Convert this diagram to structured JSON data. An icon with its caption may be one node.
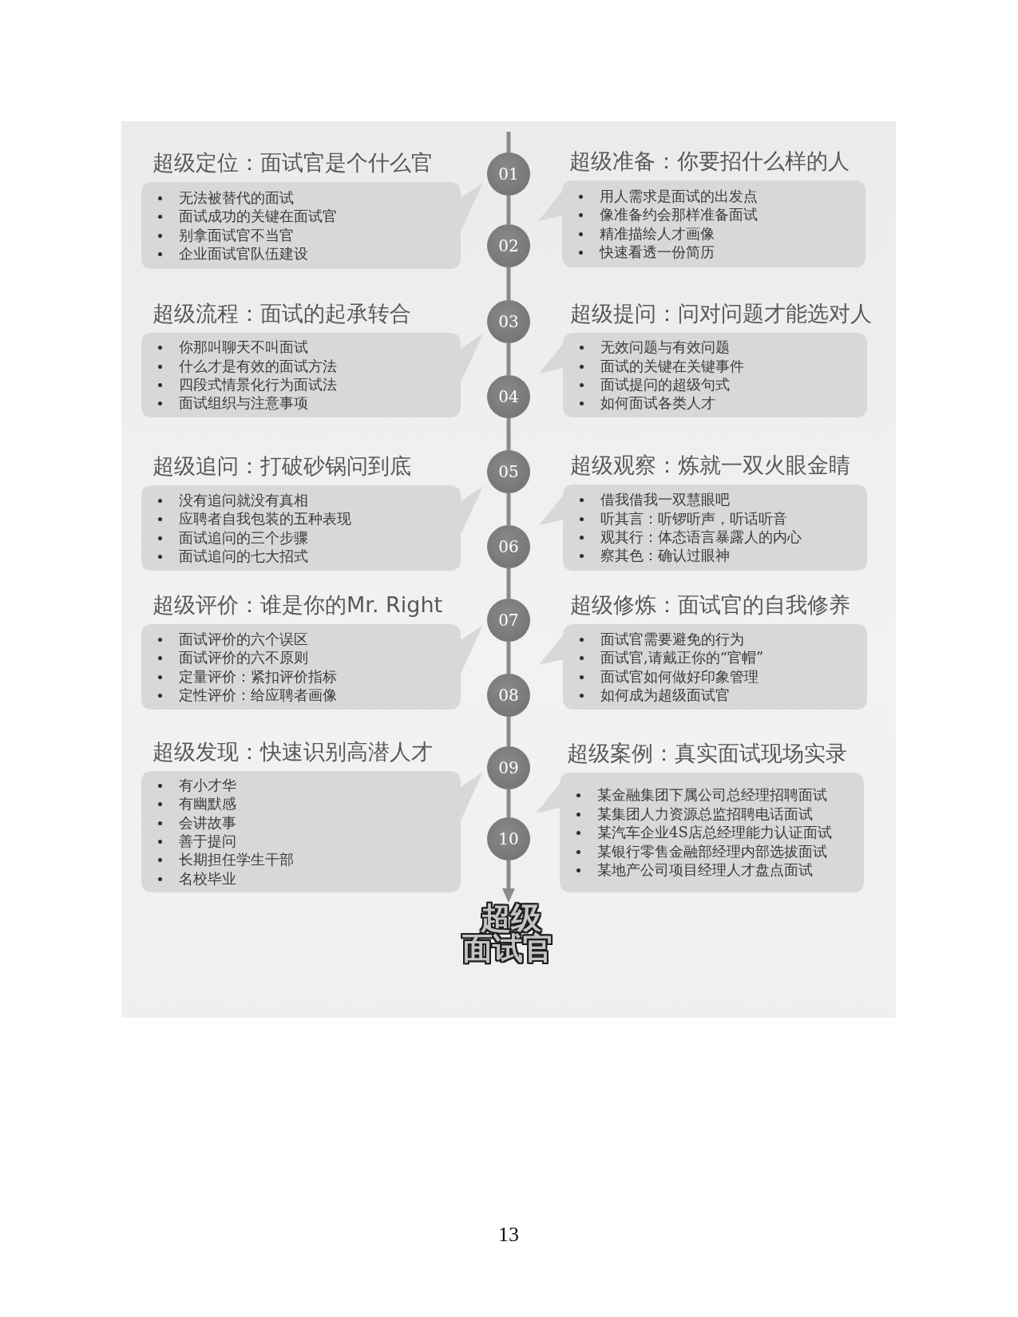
{
  "diagram": {
    "nodes": [
      {
        "text": [
          "超级定位：面试官是个什么官",
          "无法被替代的面试",
          "面试成功的关键在面试官",
          "别拿面试官不当官",
          "企业面试官队伍建设"
        ]
      },
      {
        "text": [
          "01"
        ]
      },
      {
        "text": [
          "超级准备：你要招什么样的人",
          "用人需求是面试的出发点",
          "像准备约会那样准备面试",
          "精准描绘人才画像",
          "快速看透一份简历"
        ]
      },
      {
        "text": [
          "02"
        ]
      },
      {
        "text": [
          "超级流程：面试的起承转合",
          "你那叫聊天不叫面试",
          "什么才是有效的面试方法",
          "四段式情景化行为面试法",
          "面试组织与注意事项"
        ]
      },
      {
        "text": [
          "03"
        ]
      },
      {
        "text": [
          "超级提问：问对问题才能选对人",
          "无效问题与有效问题",
          "面试的关键在关键事件",
          "面试提问的超级句式",
          "如何面试各类人才"
        ]
      },
      {
        "text": [
          "04"
        ]
      },
      {
        "text": [
          "超级追问：打破砂锅问到底",
          "没有追问就没有真相",
          "应聘者自我包装的五种表现",
          "面试追问的三个步骤",
          "面试追问的七大招式"
        ]
      },
      {
        "text": [
          "05"
        ]
      },
      {
        "text": [
          "超级观察：炼就一双火眼金睛",
          "借我借我一双慧眼吧",
          "听其言：听锣听声，听话听音",
          "观其行：体态语言暴露人的内心",
          "察其色：确认过眼神"
        ]
      },
      {
        "text": [
          "06"
        ]
      },
      {
        "text": [
          "超级评价：谁是你的Mr. Right",
          "面试评价的六个误区",
          "面试评价的六不原则",
          "定量评价：紧扣评价指标",
          "定性评价：给应聘者画像"
        ]
      },
      {
        "text": [
          "07"
        ]
      },
      {
        "text": [
          "超级修炼：面试官的自我修养",
          "面试官需要避免的行为",
          "面试官,请戴正你的“官帽”",
          "面试官如何做好印象管理",
          "如何成为超级面试官"
        ]
      },
      {
        "text": [
          "08"
        ]
      },
      {
        "text": [
          "超级发现：快速识别高潜人才",
          "有小才华",
          "有幽默感",
          "会讲故事",
          "善于提问",
          "长期担任学生干部",
          "名校毕业"
        ]
      },
      {
        "text": [
          "09"
        ]
      },
      {
        "text": [
          "超级案例：真实面试现场实录",
          "某金融集团下属公司总经理招聘面试",
          "某集团人力资源总监招聘电话面试",
          "某汽车企业4S店总经理能力认证面试",
          "某银行零售金融部经理内部选拔面试",
          "某地产公司项目经理人才盘点面试"
        ]
      },
      {
        "text": [
          "10"
        ]
      },
      {
        "text": [
          "超级面试官"
        ]
      }
    ],
    "edges": [
      {
        "from": null,
        "to": 1,
        "arrow": "none"
      },
      {
        "from": 1,
        "to": 3,
        "arrow": "none"
      },
      {
        "from": 3,
        "to": 5,
        "arrow": "none"
      },
      {
        "from": 5,
        "to": 7,
        "arrow": "none"
      },
      {
        "from": 7,
        "to": 9,
        "arrow": "none"
      },
      {
        "from": 9,
        "to": 11,
        "arrow": "none"
      },
      {
        "from": 11,
        "to": 13,
        "arrow": "none"
      },
      {
        "from": 13,
        "to": 15,
        "arrow": "none"
      },
      {
        "from": 15,
        "to": 17,
        "arrow": "none"
      },
      {
        "from": 17,
        "to": 19,
        "arrow": "none"
      },
      {
        "from": 19,
        "to": 20,
        "arrow": "to"
      }
    ],
    "labels": [
      "13"
    ]
  }
}
